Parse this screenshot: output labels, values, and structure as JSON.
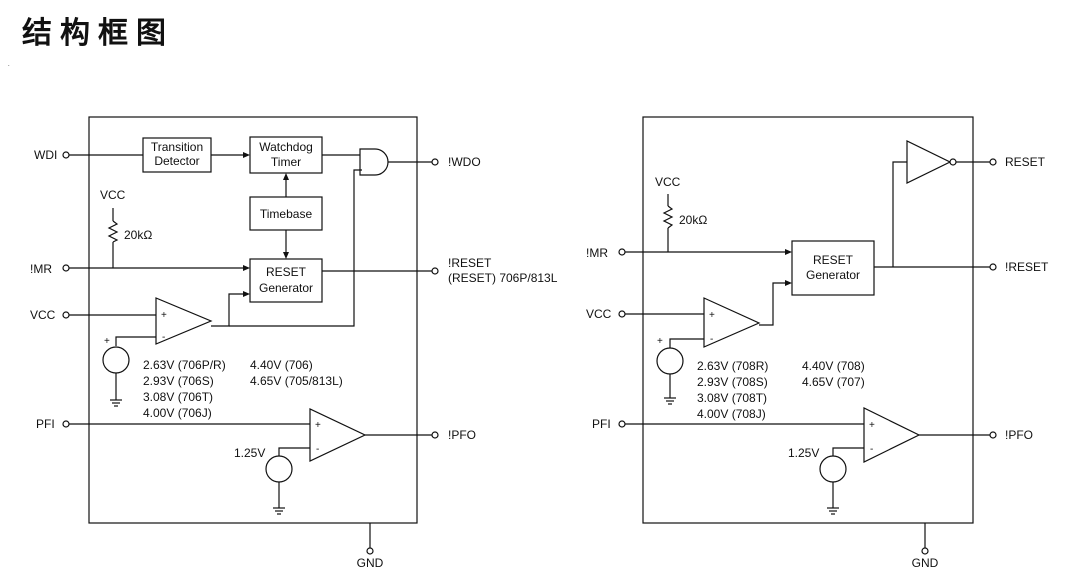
{
  "title": "结构框图",
  "left": {
    "inputs": {
      "wdi": "WDI",
      "mr": "!MR",
      "vcc": "VCC",
      "pfi": "PFI"
    },
    "outputs": {
      "wdo": "!WDO",
      "reset1": "!RESET",
      "reset2": "(RESET) 706P/813L",
      "pfo": "!PFO"
    },
    "gnd": "GND",
    "pullup_vcc": "VCC",
    "resistor": "20kΩ",
    "transition": [
      "Transition",
      "Detector"
    ],
    "watchdog": [
      "Watchdog",
      "Timer"
    ],
    "timebase": "Timebase",
    "reset_gen": [
      "RESET",
      "Generator"
    ],
    "ref_voltage": "1.25V",
    "thresholds_col1": [
      "2.63V (706P/R)",
      "2.93V (706S)",
      "3.08V (706T)",
      "4.00V (706J)"
    ],
    "thresholds_col2": [
      "4.40V (706)",
      "4.65V (705/813L)"
    ]
  },
  "right": {
    "inputs": {
      "mr": "!MR",
      "vcc": "VCC",
      "pfi": "PFI"
    },
    "outputs": {
      "reset": "RESET",
      "nreset": "!RESET",
      "pfo": "!PFO"
    },
    "gnd": "GND",
    "pullup_vcc": "VCC",
    "resistor": "20kΩ",
    "reset_gen": [
      "RESET",
      "Generator"
    ],
    "ref_voltage": "1.25V",
    "thresholds_col1": [
      "2.63V (708R)",
      "2.93V (708S)",
      "3.08V (708T)",
      "4.00V (708J)"
    ],
    "thresholds_col2": [
      "4.40V (708)",
      "4.65V (707)"
    ]
  },
  "signs": {
    "plus": "+",
    "minus": "-"
  }
}
